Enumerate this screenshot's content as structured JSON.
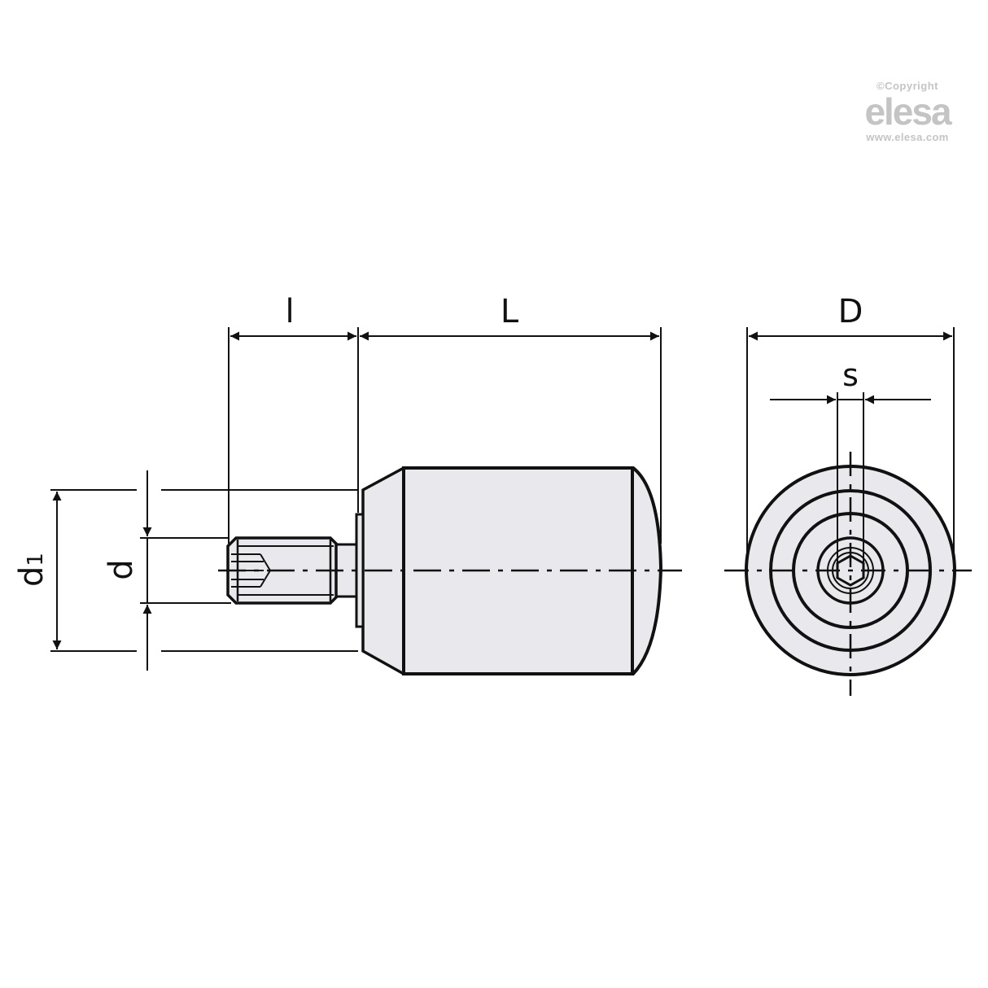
{
  "watermark": {
    "copyright": "©Copyright",
    "brand": "elesa",
    "url": "www.elesa.com"
  },
  "dimensions": {
    "l": "l",
    "L": "L",
    "D": "D",
    "s": "s",
    "d1_base": "d",
    "d1_sub": "1",
    "d": "d"
  },
  "colors": {
    "line": "#111111",
    "fill": "#e8e8ed",
    "watermark": "#c4c4c4"
  }
}
